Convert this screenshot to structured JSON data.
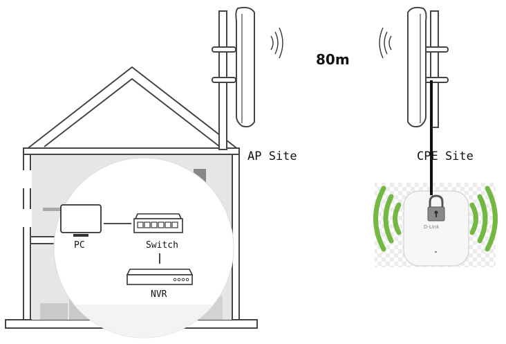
{
  "diagram": {
    "distance_label": "80m",
    "ap_site_label": "AP Site",
    "cpe_site_label": "CPE Site",
    "devices": {
      "pc_label": "PC",
      "switch_label": "Switch",
      "nvr_label": "NVR"
    },
    "router_brand": "D-Link",
    "icons": [
      "house-icon",
      "ap-antenna-icon",
      "cpe-antenna-icon",
      "wireless-signal-icon",
      "pc-icon",
      "switch-icon",
      "nvr-icon",
      "router-icon",
      "padlock-icon"
    ],
    "colors": {
      "line": "#444444",
      "house_fill": "#e6e6e6",
      "house_wall": "#ffffff",
      "signal_green": "#74b843",
      "router_body": "#f7f7f7"
    }
  }
}
